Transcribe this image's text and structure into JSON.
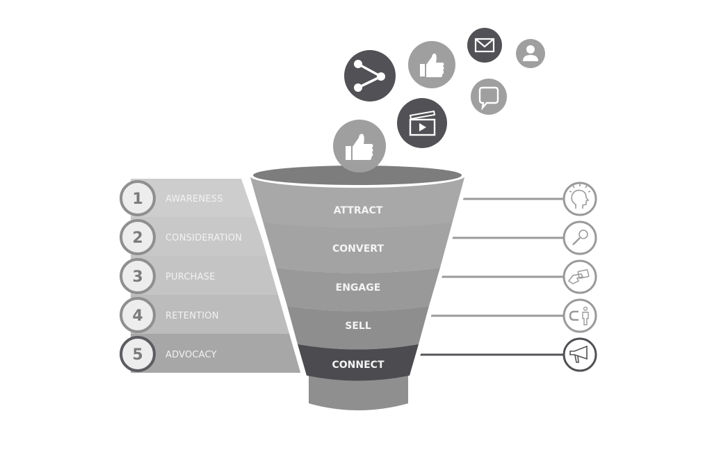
{
  "stages": [
    {
      "number": "1",
      "label": "AWARENESS"
    },
    {
      "number": "2",
      "label": "CONSIDERATION"
    },
    {
      "number": "3",
      "label": "PURCHASE"
    },
    {
      "number": "4",
      "label": "RETENTION"
    },
    {
      "number": "5",
      "label": "ADVOCACY"
    }
  ],
  "funnel": [
    {
      "label": "ATTRACT",
      "icon": "head-lightbulb-icon"
    },
    {
      "label": "CONVERT",
      "icon": "magnifier-icon"
    },
    {
      "label": "ENGAGE",
      "icon": "hand-card-icon"
    },
    {
      "label": "SELL",
      "icon": "magnet-person-icon"
    },
    {
      "label": "CONNECT",
      "icon": "megaphone-icon"
    }
  ],
  "social_icons": [
    "share-icon",
    "thumbs-up-icon",
    "email-icon",
    "user-icon",
    "chat-icon",
    "video-icon",
    "thumbs-up-icon"
  ],
  "colors": {
    "light": "#c9c9c9",
    "mid": "#9d9d9d",
    "dark": "#4e4e52",
    "ring": "#8e8e8e",
    "ring_dark": "#505054"
  }
}
